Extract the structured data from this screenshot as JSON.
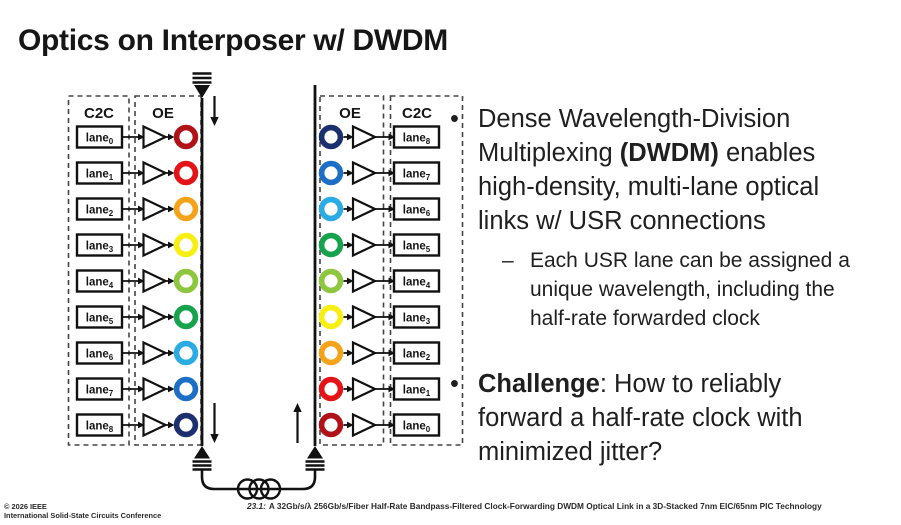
{
  "slide": {
    "title": "Optics on Interposer w/ DWDM",
    "bullets": [
      {
        "type": "bullet",
        "marker": "•",
        "segments": [
          {
            "text": "Dense Wavelength-Division Multiplexing ",
            "bold": false
          },
          {
            "text": "(DWDM)",
            "bold": true
          },
          {
            "text": " enables high-density, multi-lane optical links w/ USR connections",
            "bold": false
          }
        ]
      },
      {
        "type": "sub",
        "marker": "–",
        "segments": [
          {
            "text": "Each USR lane can be assigned a unique wavelength, including the half-rate forwarded clock",
            "bold": false
          }
        ]
      },
      {
        "type": "bullet",
        "marker": "•",
        "segments": [
          {
            "text": "Challenge",
            "bold": true
          },
          {
            "text": ": How to reliably forward a half-rate clock with minimized jitter?",
            "bold": false
          }
        ]
      }
    ],
    "footer": {
      "copyright_line1": "© 2026 IEEE",
      "copyright_line2": "International Solid-State Circuits Conference",
      "citation_number": "23.1:",
      "citation_title": "A 32Gb/s/λ 256Gb/s/Fiber Half-Rate Bandpass-Filtered Clock-Forwarding DWDM Optical Link in a 3D-Stacked 7nm EIC/65nm PIC Technology"
    }
  },
  "diagram": {
    "line_color": "#111111",
    "dash_color": "#444444",
    "left_column": {
      "c2c_label": "C2C",
      "oe_label": "OE",
      "lanes": [
        {
          "label": "lane",
          "sub": "0",
          "wavelength_color": "#b11218"
        },
        {
          "label": "lane",
          "sub": "1",
          "wavelength_color": "#e41317"
        },
        {
          "label": "lane",
          "sub": "2",
          "wavelength_color": "#f6a31c"
        },
        {
          "label": "lane",
          "sub": "3",
          "wavelength_color": "#f8ef12"
        },
        {
          "label": "lane",
          "sub": "4",
          "wavelength_color": "#8dc63f"
        },
        {
          "label": "lane",
          "sub": "5",
          "wavelength_color": "#17a34d"
        },
        {
          "label": "lane",
          "sub": "6",
          "wavelength_color": "#2aabe4"
        },
        {
          "label": "lane",
          "sub": "7",
          "wavelength_color": "#1c6fc5"
        },
        {
          "label": "lane",
          "sub": "8",
          "wavelength_color": "#1c2f6e"
        }
      ]
    },
    "right_column": {
      "oe_label": "OE",
      "c2c_label": "C2C",
      "lanes": [
        {
          "label": "lane",
          "sub": "8",
          "wavelength_color": "#1c2f6e"
        },
        {
          "label": "lane",
          "sub": "7",
          "wavelength_color": "#1c6fc5"
        },
        {
          "label": "lane",
          "sub": "6",
          "wavelength_color": "#2aabe4"
        },
        {
          "label": "lane",
          "sub": "5",
          "wavelength_color": "#17a34d"
        },
        {
          "label": "lane",
          "sub": "4",
          "wavelength_color": "#8dc63f"
        },
        {
          "label": "lane",
          "sub": "3",
          "wavelength_color": "#f8ef12"
        },
        {
          "label": "lane",
          "sub": "2",
          "wavelength_color": "#f6a31c"
        },
        {
          "label": "lane",
          "sub": "1",
          "wavelength_color": "#e41317"
        },
        {
          "label": "lane",
          "sub": "0",
          "wavelength_color": "#b11218"
        }
      ]
    }
  }
}
